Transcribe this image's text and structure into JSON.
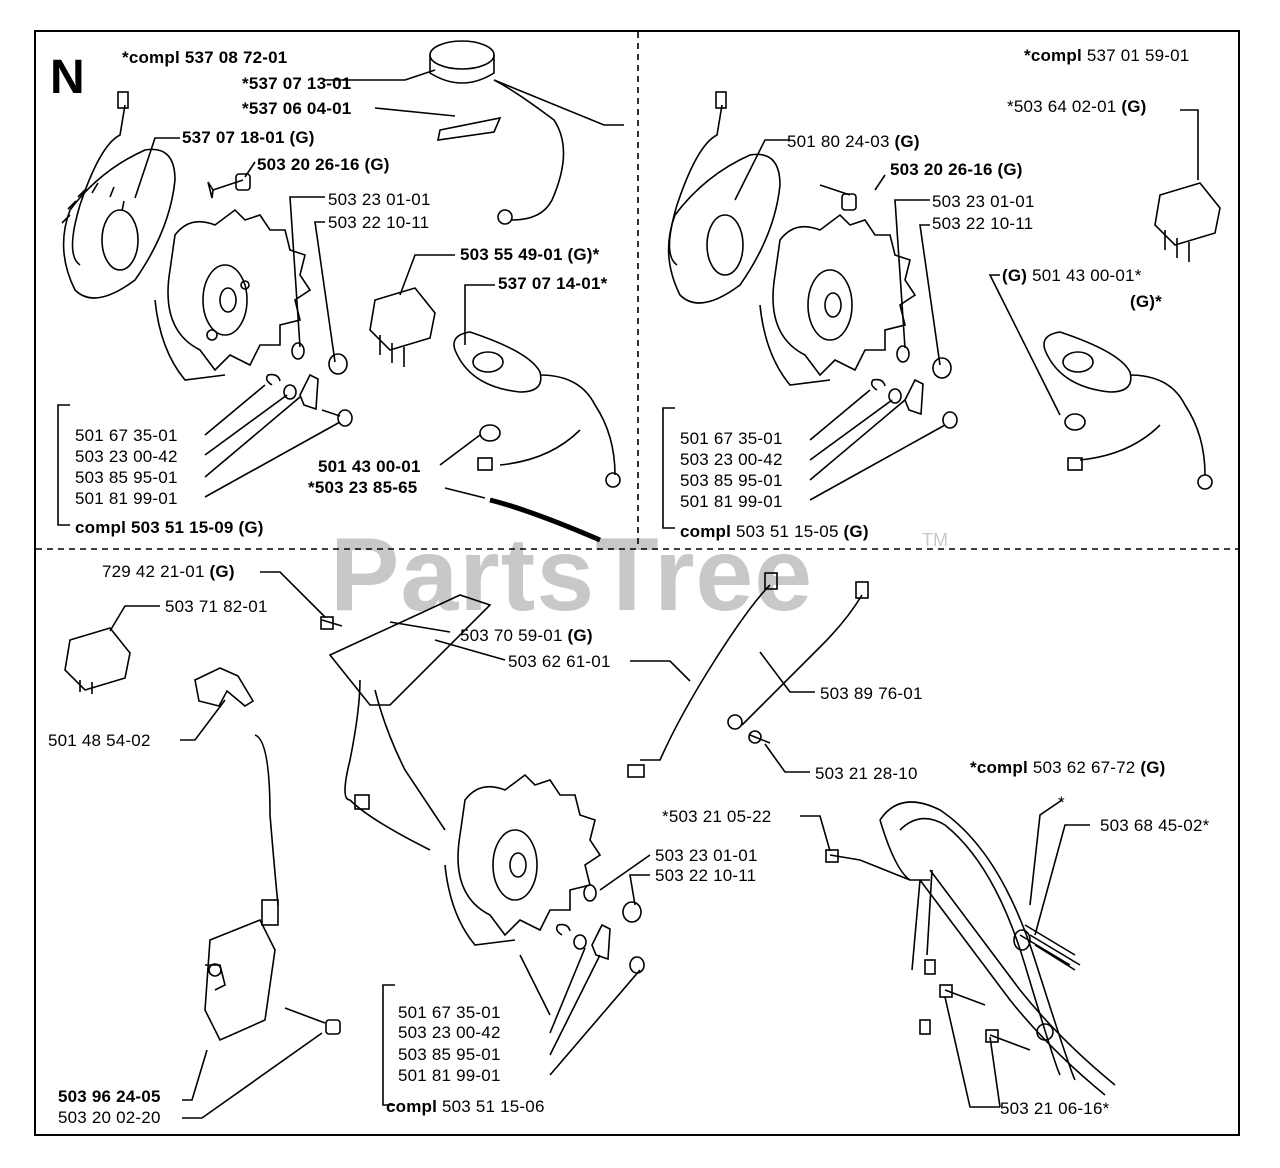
{
  "section_letter": "N",
  "watermark": {
    "text": "PartsTree",
    "tm": "TM"
  },
  "panel_tl": {
    "compl": {
      "prefix": "*compl",
      "number": "537 08 72-01"
    },
    "labels": [
      {
        "bold": "*537 07 13-01",
        "plain": ""
      },
      {
        "bold": "*537 06 04-01",
        "plain": ""
      },
      {
        "bold": "537 07 18-01 (G)",
        "plain": ""
      },
      {
        "bold": "503 20 26-16 (G)",
        "plain": ""
      },
      {
        "bold": "",
        "plain": "503 23 01-01"
      },
      {
        "bold": "",
        "plain": "503 22 10-11"
      },
      {
        "bold": "503 55 49-01 (G)*",
        "plain": ""
      },
      {
        "bold": "537 07 14-01*",
        "plain": ""
      },
      {
        "bold": "",
        "plain": "501 67 35-01"
      },
      {
        "bold": "",
        "plain": "503 23 00-42"
      },
      {
        "bold": "",
        "plain": "503 85 95-01"
      },
      {
        "bold": "",
        "plain": "501 81 99-01"
      },
      {
        "bold": "501 43 00-01",
        "plain": ""
      },
      {
        "bold": "*503 23 85-65",
        "plain": ""
      },
      {
        "bold": "compl 503 51 15-09 (G)",
        "plain": ""
      }
    ]
  },
  "panel_tr": {
    "compl": {
      "prefix": "*compl",
      "number": "537 01 59-01"
    },
    "labels": [
      {
        "plain": "*503 64 02-01",
        "bold": "(G)"
      },
      {
        "plain": "501 80 24-03",
        "bold": "(G)"
      },
      {
        "plain": "",
        "bold": "503 20 26-16 (G)"
      },
      {
        "plain": "503 23 01-01",
        "bold": ""
      },
      {
        "plain": "503 22 10-11",
        "bold": ""
      },
      {
        "bold_pre": "(G)",
        "plain": "501 43 00-01*"
      },
      {
        "plain": "",
        "bold": "(G)*"
      },
      {
        "plain": "501 67 35-01",
        "bold": ""
      },
      {
        "plain": "503 23 00-42",
        "bold": ""
      },
      {
        "plain": "503 85 95-01",
        "bold": ""
      },
      {
        "plain": "501 81 99-01",
        "bold": ""
      },
      {
        "bold_pre": "compl",
        "plain": "503 51 15-05",
        "bold": "(G)"
      }
    ]
  },
  "panel_bottom": {
    "labels": [
      {
        "plain": "729 42 21-01",
        "bold": "(G)"
      },
      {
        "plain": "503 71 82-01",
        "bold": ""
      },
      {
        "plain": "503 70 59-01",
        "bold": "(G)"
      },
      {
        "plain": "503 62 61-01",
        "bold": ""
      },
      {
        "plain": "503 89 76-01",
        "bold": ""
      },
      {
        "plain": "501 48 54-02",
        "bold": ""
      },
      {
        "plain": "503 21 28-10",
        "bold": ""
      },
      {
        "bold_pre": "*compl",
        "plain": "503 62 67-72",
        "bold": "(G)"
      },
      {
        "plain": "*503 21 05-22",
        "bold": ""
      },
      {
        "plain": "*",
        "bold": ""
      },
      {
        "plain": "503 68 45-02*",
        "bold": ""
      },
      {
        "plain": "503 23 01-01",
        "bold": ""
      },
      {
        "plain": "503 22 10-11",
        "bold": ""
      },
      {
        "plain": "501 67 35-01",
        "bold": ""
      },
      {
        "plain": "503 23 00-42",
        "bold": ""
      },
      {
        "plain": "503 85 95-01",
        "bold": ""
      },
      {
        "plain": "501 81 99-01",
        "bold": ""
      },
      {
        "bold_pre": "compl",
        "plain": "503 51 15-06",
        "bold": ""
      },
      {
        "plain": "",
        "bold": "503 96 24-05"
      },
      {
        "plain": "503 20 02-20",
        "bold": ""
      },
      {
        "plain": "503 21 06-16*",
        "bold": ""
      }
    ]
  }
}
